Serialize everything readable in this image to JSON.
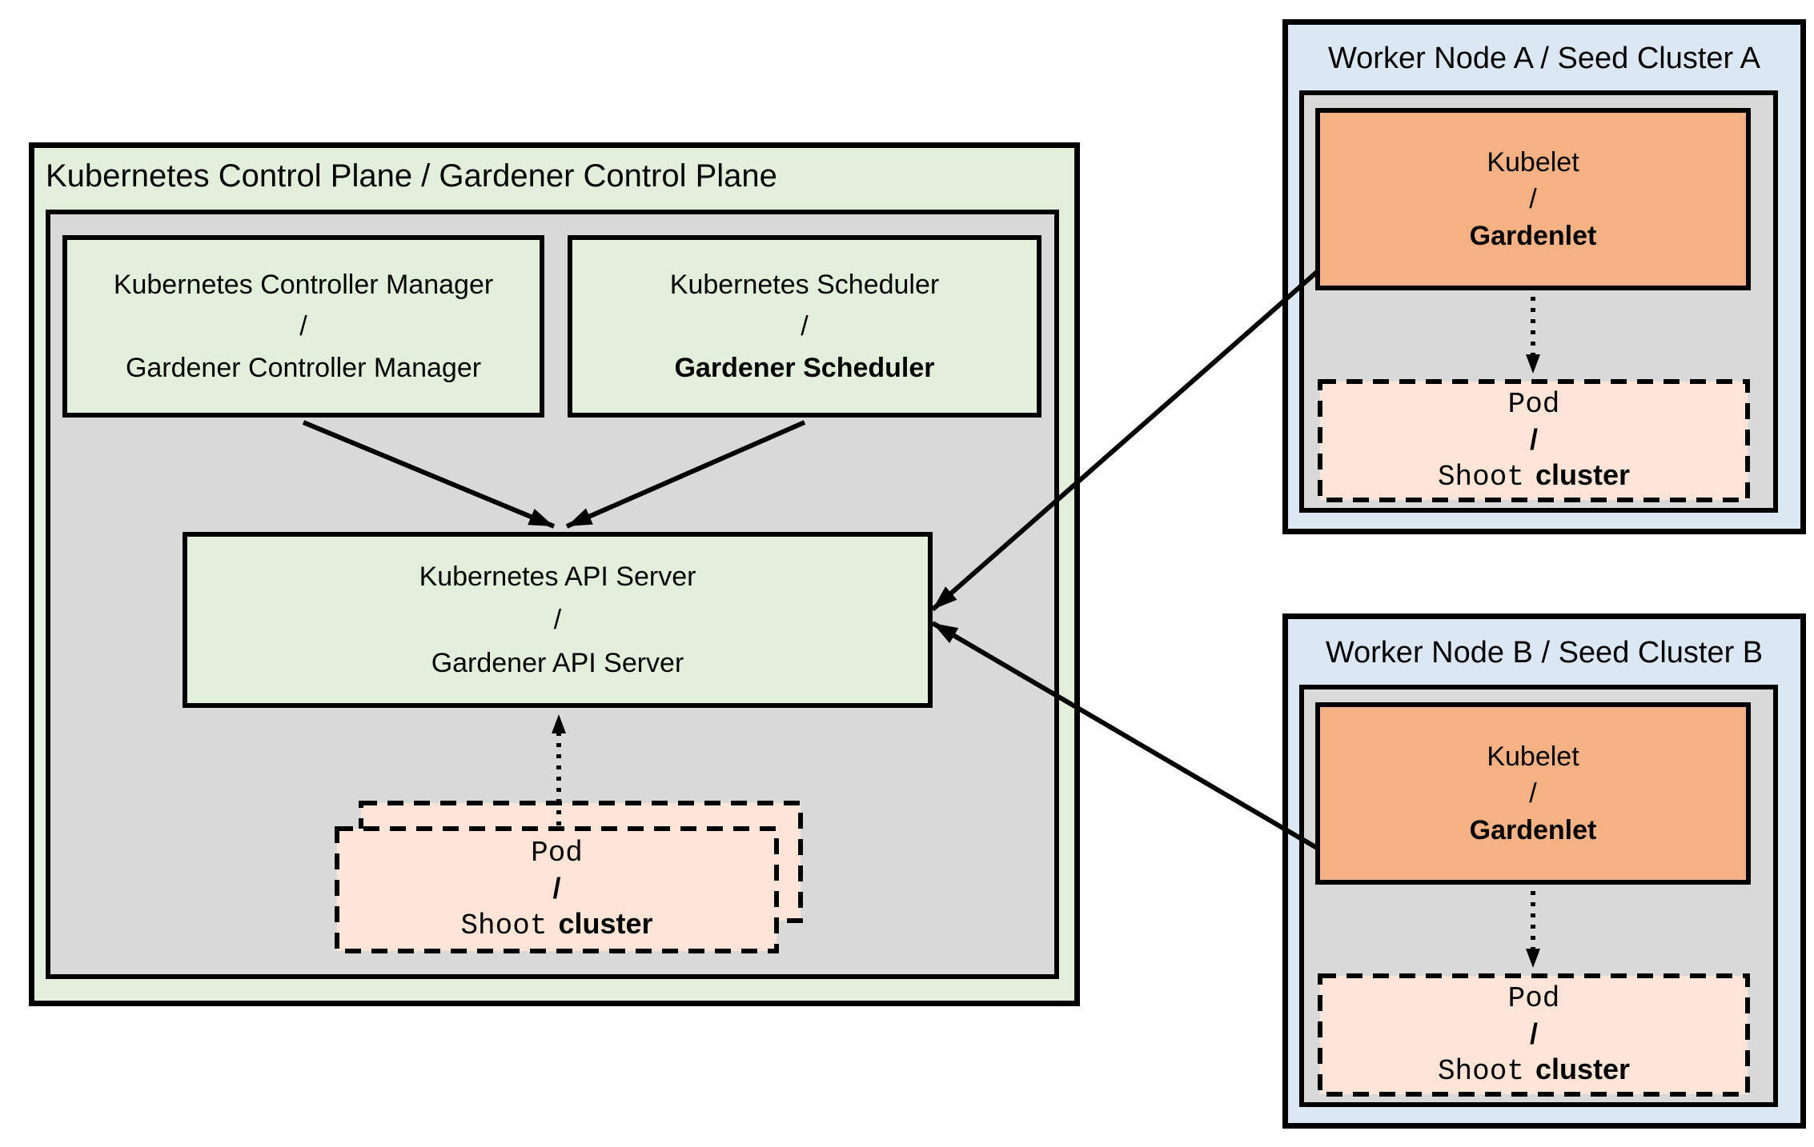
{
  "control_plane": {
    "title": "Kubernetes Control Plane / Gardener Control Plane",
    "controller_manager": {
      "top": "Kubernetes Controller Manager",
      "sep": "/",
      "bottom": "Gardener Controller Manager"
    },
    "scheduler": {
      "top": "Kubernetes Scheduler",
      "sep": "/",
      "bottom": "Gardener Scheduler"
    },
    "api_server": {
      "top": "Kubernetes API Server",
      "sep": "/",
      "bottom": "Gardener API Server"
    },
    "pod_stack": {
      "top": "Pod",
      "sep": "/",
      "bottom_code": "Shoot",
      "bottom_text": "cluster"
    }
  },
  "worker_nodes": [
    {
      "title": "Worker Node A / Seed Cluster A",
      "kubelet": {
        "top": "Kubelet",
        "sep": "/",
        "bottom": "Gardenlet"
      },
      "pod": {
        "top": "Pod",
        "sep": "/",
        "bottom_code": "Shoot",
        "bottom_text": "cluster"
      }
    },
    {
      "title": "Worker Node B / Seed Cluster B",
      "kubelet": {
        "top": "Kubelet",
        "sep": "/",
        "bottom": "Gardenlet"
      },
      "pod": {
        "top": "Pod",
        "sep": "/",
        "bottom_code": "Shoot",
        "bottom_text": "cluster"
      }
    }
  ],
  "connections": [
    {
      "from": "controller-manager-box",
      "to": "api-server-box",
      "style": "solid-arrow"
    },
    {
      "from": "scheduler-box",
      "to": "api-server-box",
      "style": "solid-arrow"
    },
    {
      "from": "kubelet-box-a",
      "to": "api-server-box",
      "style": "solid-arrow"
    },
    {
      "from": "kubelet-box-b",
      "to": "api-server-box",
      "style": "solid-arrow"
    },
    {
      "from": "pod-stack-control-plane",
      "to": "api-server-box",
      "style": "dotted-arrow"
    },
    {
      "from": "kubelet-box-a",
      "to": "pod-box-a",
      "style": "dotted-arrow"
    },
    {
      "from": "kubelet-box-b",
      "to": "pod-box-b",
      "style": "dotted-arrow"
    }
  ],
  "colors": {
    "control_plane_green": "#e2efda",
    "inner_gray": "#d9d9d9",
    "worker_node_blue": "#dbe7f3",
    "kubelet_orange": "#f4b183",
    "pod_peach": "#fce4d6",
    "border": "#000000"
  }
}
